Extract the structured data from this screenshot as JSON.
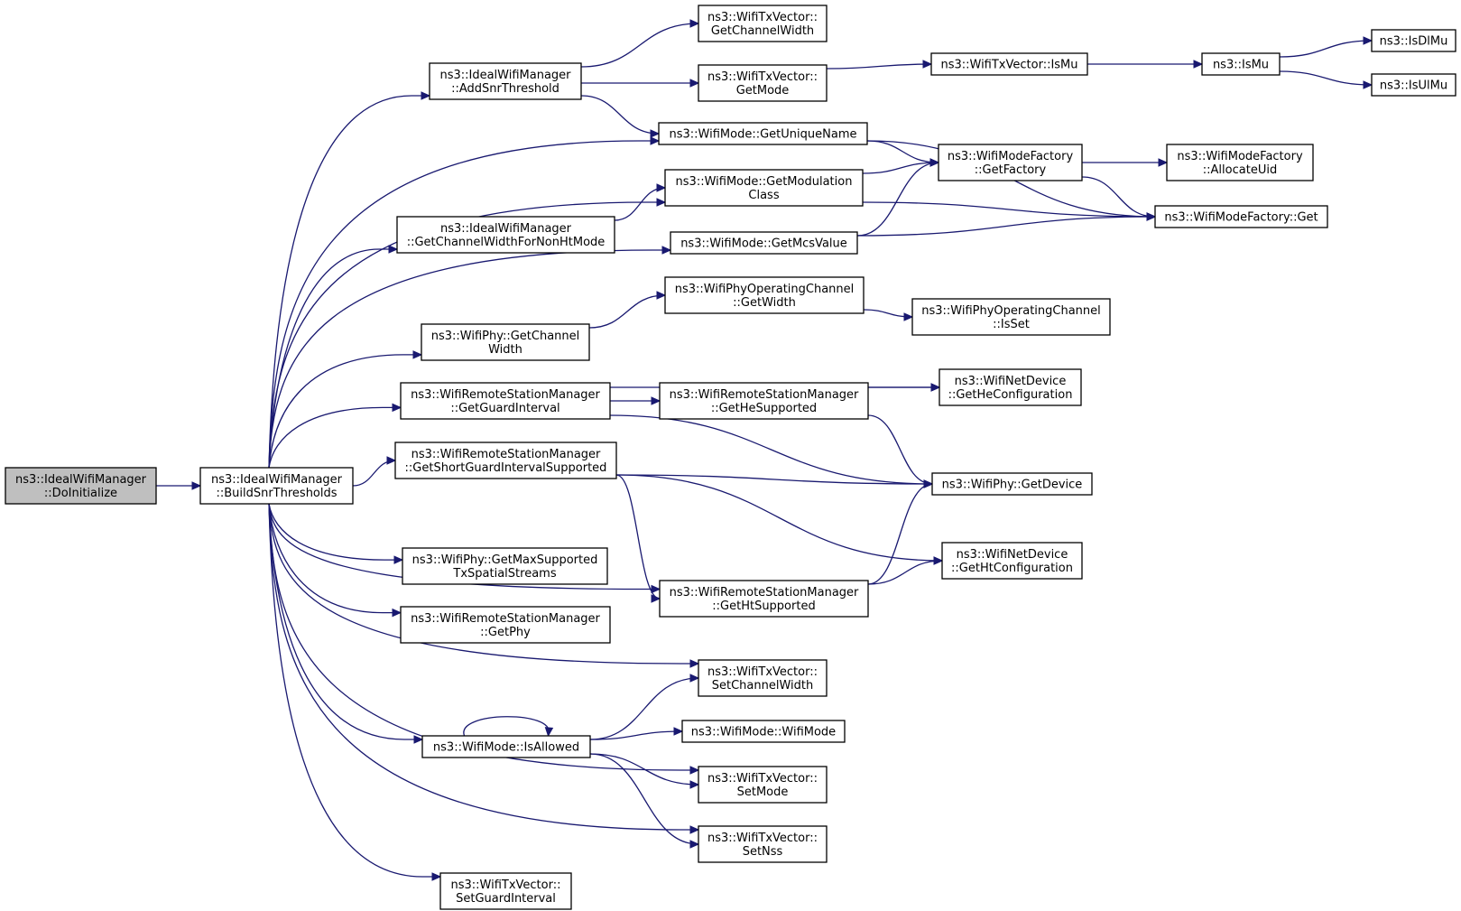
{
  "nodes": {
    "doinit": {
      "lines": [
        "ns3::IdealWifiManager",
        "::DoInitialize"
      ],
      "root": true
    },
    "build": {
      "lines": [
        "ns3::IdealWifiManager",
        "::BuildSnrThresholds"
      ]
    },
    "addsnr": {
      "lines": [
        "ns3::IdealWifiManager",
        "::AddSnrThreshold"
      ]
    },
    "txcw": {
      "lines": [
        "ns3::WifiTxVector::",
        "GetChannelWidth"
      ]
    },
    "txgm": {
      "lines": [
        "ns3::WifiTxVector::",
        "GetMode"
      ]
    },
    "txismu": {
      "lines": [
        "ns3::WifiTxVector::IsMu"
      ]
    },
    "ismu": {
      "lines": [
        "ns3::IsMu"
      ]
    },
    "isdlmu": {
      "lines": [
        "ns3::IsDlMu"
      ]
    },
    "isulmu": {
      "lines": [
        "ns3::IsUlMu"
      ]
    },
    "uniq": {
      "lines": [
        "ns3::WifiMode::GetUniqueName"
      ]
    },
    "getfactory": {
      "lines": [
        "ns3::WifiModeFactory",
        "::GetFactory"
      ]
    },
    "allocuid": {
      "lines": [
        "ns3::WifiModeFactory",
        "::AllocateUid"
      ]
    },
    "modclass": {
      "lines": [
        "ns3::WifiMode::GetModulation",
        "Class"
      ]
    },
    "factget": {
      "lines": [
        "ns3::WifiModeFactory::Get"
      ]
    },
    "cwnonht": {
      "lines": [
        "ns3::IdealWifiManager",
        "::GetChannelWidthForNonHtMode"
      ]
    },
    "mcs": {
      "lines": [
        "ns3::WifiMode::GetMcsValue"
      ]
    },
    "opwidth": {
      "lines": [
        "ns3::WifiPhyOperatingChannel",
        "::GetWidth"
      ]
    },
    "opisset": {
      "lines": [
        "ns3::WifiPhyOperatingChannel",
        "::IsSet"
      ]
    },
    "phycw": {
      "lines": [
        "ns3::WifiPhy::GetChannel",
        "Width"
      ]
    },
    "guard": {
      "lines": [
        "ns3::WifiRemoteStationManager",
        "::GetGuardInterval"
      ]
    },
    "hesup": {
      "lines": [
        "ns3::WifiRemoteStationManager",
        "::GetHeSupported"
      ]
    },
    "heconf": {
      "lines": [
        "ns3::WifiNetDevice",
        "::GetHeConfiguration"
      ]
    },
    "shortgi": {
      "lines": [
        "ns3::WifiRemoteStationManager",
        "::GetShortGuardIntervalSupported"
      ]
    },
    "getdevice": {
      "lines": [
        "ns3::WifiPhy::GetDevice"
      ]
    },
    "maxss": {
      "lines": [
        "ns3::WifiPhy::GetMaxSupported",
        "TxSpatialStreams"
      ]
    },
    "htsup": {
      "lines": [
        "ns3::WifiRemoteStationManager",
        "::GetHtSupported"
      ]
    },
    "htconf": {
      "lines": [
        "ns3::WifiNetDevice",
        "::GetHtConfiguration"
      ]
    },
    "getphy": {
      "lines": [
        "ns3::WifiRemoteStationManager",
        "::GetPhy"
      ]
    },
    "setcw": {
      "lines": [
        "ns3::WifiTxVector::",
        "SetChannelWidth"
      ]
    },
    "isallowed": {
      "lines": [
        "ns3::WifiMode::IsAllowed"
      ]
    },
    "wifimode": {
      "lines": [
        "ns3::WifiMode::WifiMode"
      ]
    },
    "setmode": {
      "lines": [
        "ns3::WifiTxVector::",
        "SetMode"
      ]
    },
    "setnss": {
      "lines": [
        "ns3::WifiTxVector::",
        "SetNss"
      ]
    },
    "setgi": {
      "lines": [
        "ns3::WifiTxVector::",
        "SetGuardInterval"
      ]
    }
  },
  "edges": [
    [
      "doinit",
      "build"
    ],
    [
      "build",
      "addsnr"
    ],
    [
      "build",
      "uniq"
    ],
    [
      "build",
      "modclass"
    ],
    [
      "build",
      "cwnonht"
    ],
    [
      "build",
      "mcs"
    ],
    [
      "build",
      "phycw"
    ],
    [
      "build",
      "guard"
    ],
    [
      "build",
      "shortgi"
    ],
    [
      "build",
      "htsup"
    ],
    [
      "build",
      "maxss"
    ],
    [
      "build",
      "getphy"
    ],
    [
      "build",
      "setcw"
    ],
    [
      "build",
      "isallowed"
    ],
    [
      "build",
      "setmode"
    ],
    [
      "build",
      "setnss"
    ],
    [
      "build",
      "setgi"
    ],
    [
      "addsnr",
      "txcw"
    ],
    [
      "addsnr",
      "txgm"
    ],
    [
      "addsnr",
      "uniq"
    ],
    [
      "txgm",
      "txismu"
    ],
    [
      "txismu",
      "ismu"
    ],
    [
      "ismu",
      "isdlmu"
    ],
    [
      "ismu",
      "isulmu"
    ],
    [
      "uniq",
      "getfactory"
    ],
    [
      "uniq",
      "factget"
    ],
    [
      "getfactory",
      "allocuid"
    ],
    [
      "getfactory",
      "factget"
    ],
    [
      "modclass",
      "getfactory"
    ],
    [
      "modclass",
      "factget"
    ],
    [
      "cwnonht",
      "modclass"
    ],
    [
      "mcs",
      "getfactory"
    ],
    [
      "mcs",
      "factget"
    ],
    [
      "phycw",
      "opwidth"
    ],
    [
      "opwidth",
      "opisset"
    ],
    [
      "guard",
      "hesup"
    ],
    [
      "guard",
      "heconf"
    ],
    [
      "guard",
      "getdevice"
    ],
    [
      "hesup",
      "heconf"
    ],
    [
      "hesup",
      "getdevice"
    ],
    [
      "shortgi",
      "getdevice"
    ],
    [
      "shortgi",
      "htconf"
    ],
    [
      "shortgi",
      "htsup"
    ],
    [
      "htsup",
      "getdevice"
    ],
    [
      "htsup",
      "htconf"
    ],
    [
      "isallowed",
      "isallowed"
    ],
    [
      "isallowed",
      "setcw"
    ],
    [
      "isallowed",
      "wifimode"
    ],
    [
      "isallowed",
      "setmode"
    ],
    [
      "isallowed",
      "setnss"
    ]
  ]
}
